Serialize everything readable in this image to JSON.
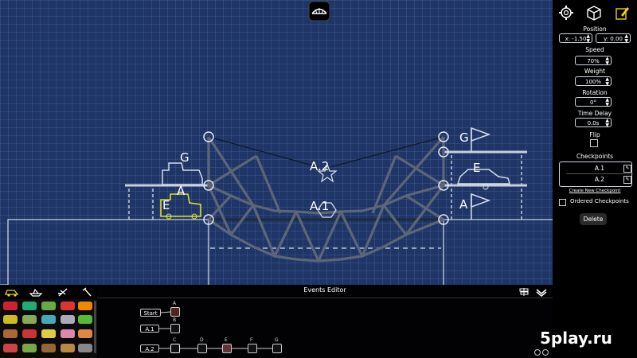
{
  "colors": {
    "accent": "#f0d020",
    "grid": "#1e3566",
    "panel": "#000000"
  },
  "panel": {
    "tools": [
      {
        "name": "settings-icon"
      },
      {
        "name": "cube-icon"
      },
      {
        "name": "edit-icon"
      }
    ],
    "position_label": "Position",
    "pos_x": "x: -1.50",
    "pos_y": "y: 0.00",
    "speed_label": "Speed",
    "speed": "70%",
    "weight_label": "Weight",
    "weight": "100%",
    "rotation_label": "Rotation",
    "rotation": "0°",
    "delay_label": "Time Delay",
    "delay": "0.0s",
    "flip_label": "Flip",
    "checkpoints_label": "Checkpoints",
    "checkpoints": [
      {
        "label": "A.1"
      },
      {
        "label": "A.2"
      }
    ],
    "create_checkpoint": "Create New Checkpoint",
    "ordered_label": "Ordered Checkpoints",
    "delete_label": "Delete"
  },
  "canvas": {
    "labels": {
      "g_left": "G",
      "a_left": "A",
      "e_left": "E",
      "a2": "A.2",
      "a1": "A.1",
      "g_right": "G",
      "e_right": "E",
      "a_right": "A"
    }
  },
  "events": {
    "title": "Events Editor",
    "start": "Start",
    "rows": [
      {
        "label": "A.1"
      },
      {
        "label": "A.2"
      }
    ],
    "columns": {
      "a": "A",
      "b": "B",
      "c": "C",
      "d": "D",
      "e": "E",
      "f": "F",
      "g": "G"
    }
  },
  "watermark": "5play.ru"
}
